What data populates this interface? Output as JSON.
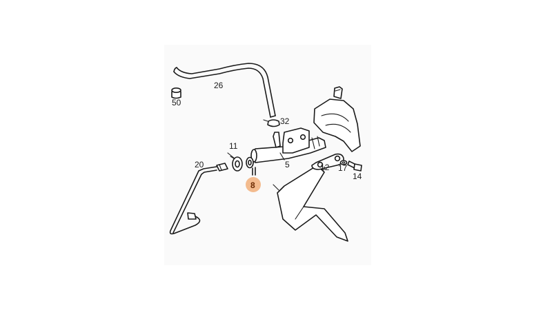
{
  "colors": {
    "background": "#ffffff",
    "panel": "#fafafa",
    "ink": "#1a1a1a",
    "highlight": "#f0a56a"
  },
  "callouts": {
    "c26": "26",
    "c50": "50",
    "c32": "32",
    "c11": "11",
    "c20": "20",
    "c5": "5",
    "c12": "12",
    "c17": "17",
    "c14": "14",
    "c8": "8"
  },
  "selected_part": "8"
}
